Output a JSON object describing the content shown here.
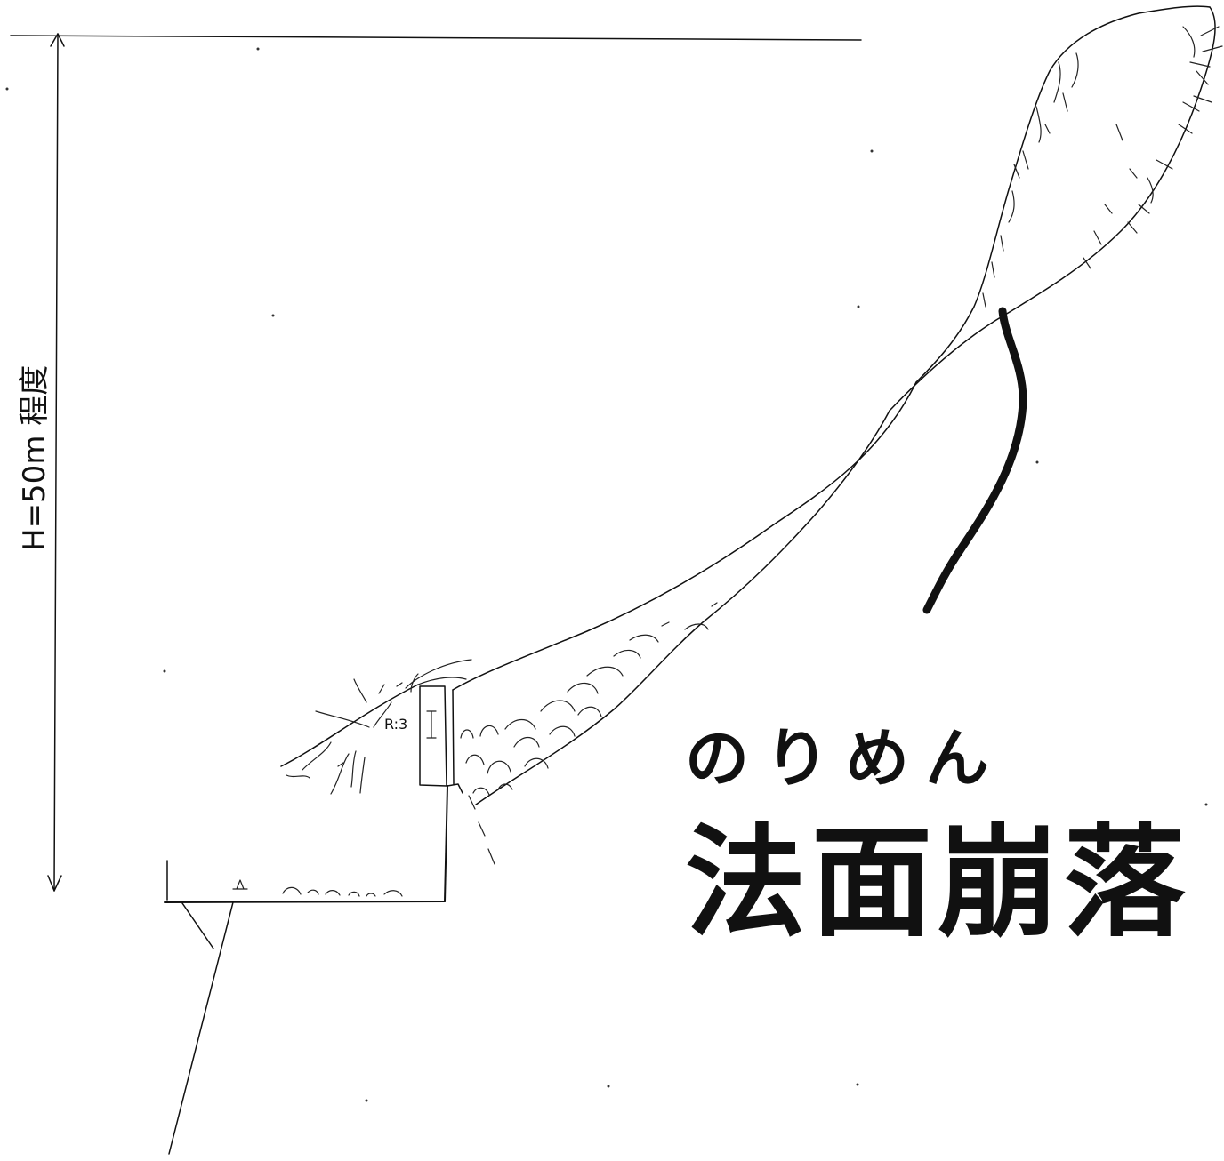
{
  "height_label": "H=50m 程度",
  "pier_label": "R:3",
  "title_reading": "のりめん",
  "title": "法面崩落",
  "colors": {
    "ink": "#111111",
    "paper": "#ffffff"
  }
}
